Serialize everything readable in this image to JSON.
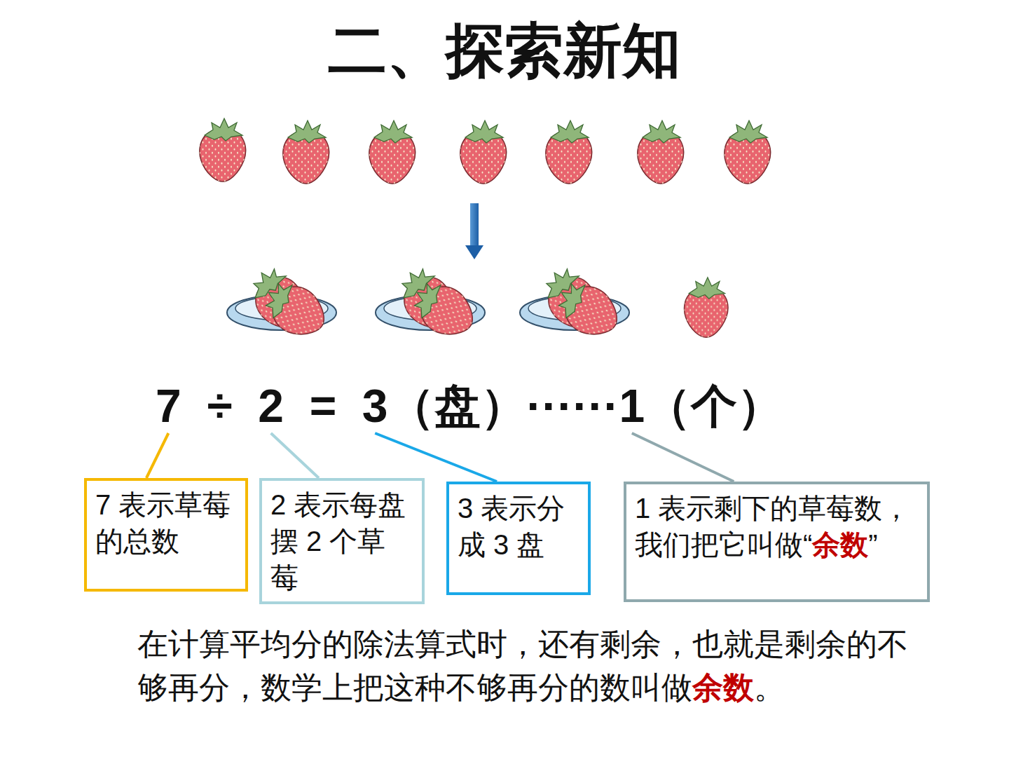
{
  "diagram": {
    "title": "二、探索新知",
    "nodes": [
      {
        "text": [
          "7 表示草莓的总数"
        ]
      },
      {
        "text": [
          "2 表示每盘摆 2 个草莓"
        ]
      },
      {
        "text": [
          "3 表示分成 3 盘"
        ]
      },
      {
        "text": [
          "1 表示剩下的草莓数，我们把它叫做“",
          "余数",
          "”"
        ]
      }
    ],
    "labels": [
      "7  ÷  2  =  3（盘）······1（个）",
      "在计算平均分的除法算式时，还有剩余，也就是剩余的不够再分，数学上把这种不够再分的数叫做",
      "余数",
      "。"
    ]
  }
}
